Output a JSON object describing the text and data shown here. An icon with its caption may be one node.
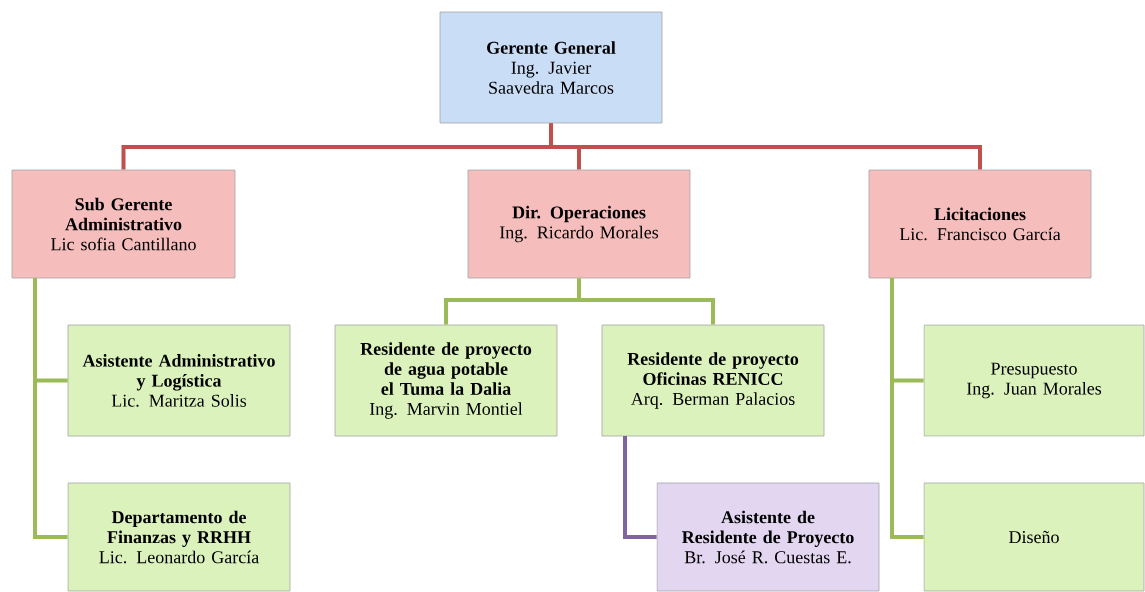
{
  "diagram": {
    "nodes": [
      {
        "text": [
          "Gerente General",
          "Ing. Javier Saavedra Marcos"
        ]
      },
      {
        "text": [
          "Sub Gerente Administrativo",
          "Lic sofia Cantillano"
        ]
      },
      {
        "text": [
          "Dir. Operaciones",
          "Ing. Ricardo Morales"
        ]
      },
      {
        "text": [
          "Licitaciones",
          "Lic. Francisco García"
        ]
      },
      {
        "text": [
          "Asistente Administrativo y Logística",
          "Lic. Maritza Solis"
        ]
      },
      {
        "text": [
          "Departamento de Finanzas y RRHH",
          "Lic. Leonardo García"
        ]
      },
      {
        "text": [
          "Residente de proyecto de agua potable el Tuma la Dalia",
          "Ing. Marvin Montiel"
        ]
      },
      {
        "text": [
          "Residente de proyecto Oficinas RENICC",
          "Arq. Berman Palacios"
        ]
      },
      {
        "text": [
          "Asistente de Residente de Proyecto",
          "Br. José R. Cuestas E."
        ]
      },
      {
        "text": [
          "Presupuesto",
          "Ing. Juan Morales"
        ]
      },
      {
        "text": [
          "Diseño"
        ]
      }
    ],
    "edges": [
      {
        "from": 0,
        "to": 1,
        "arrow": "none",
        "color": "#c0504d"
      },
      {
        "from": 0,
        "to": 2,
        "arrow": "none",
        "color": "#c0504d"
      },
      {
        "from": 0,
        "to": 3,
        "arrow": "none",
        "color": "#c0504d"
      },
      {
        "from": 1,
        "to": 4,
        "arrow": "none"
      },
      {
        "from": 1,
        "to": 5,
        "arrow": "none"
      },
      {
        "from": 2,
        "to": 6,
        "arrow": "none"
      },
      {
        "from": 2,
        "to": 7,
        "arrow": "none"
      },
      {
        "from": 7,
        "to": 8,
        "arrow": "none",
        "color": "#8064a2"
      },
      {
        "from": 3,
        "to": 9,
        "arrow": "none"
      },
      {
        "from": 3,
        "to": 10,
        "arrow": "none"
      }
    ]
  }
}
